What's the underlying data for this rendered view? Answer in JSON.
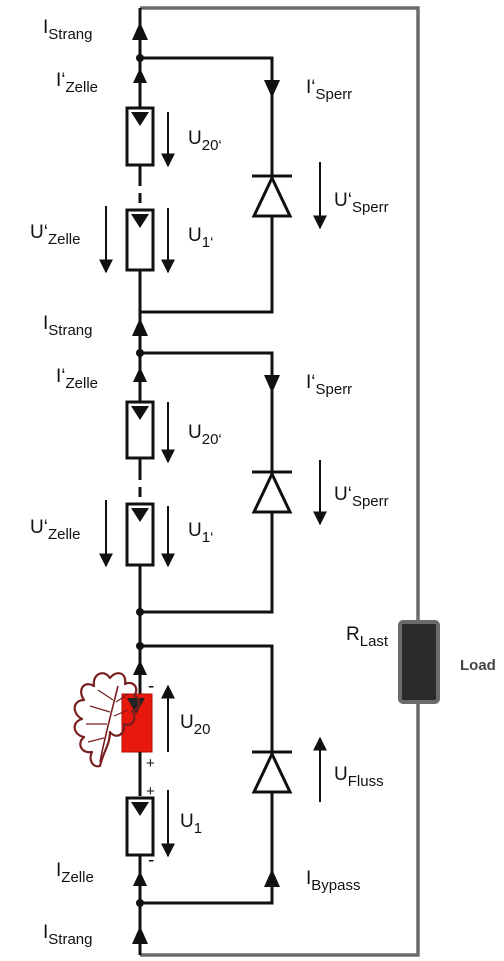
{
  "labels": {
    "i_strang_main": "I",
    "i_strang_main_sub": "Strang",
    "strang_sub": "Strang",
    "zelle_prime": "I‘",
    "zelle_sub": "Zelle",
    "sperr_prime": "I‘",
    "sperr_sub": "Sperr",
    "u20_prime": "U",
    "u20_prime_sub": "20‘",
    "u1_prime": "U",
    "u1_prime_sub": "1‘",
    "u_zelle_prime": "U‘",
    "u_sperr_prime": "U‘",
    "u20": "U",
    "u20_sub": "20",
    "u1": "U",
    "u1_sub": "1",
    "u_fluss": "U",
    "u_fluss_sub": "Fluss",
    "i_zelle": "I",
    "i_bypass": "I",
    "bypass_sub": "Bypass",
    "r_last": "R",
    "r_last_sub": "Last",
    "load": "Load",
    "plus": "+",
    "minus": "-"
  },
  "colors": {
    "wire": "#111111",
    "load_wire": "#6b6b6b",
    "shaded_cell": "#e8180c",
    "load_body": "#2b2b2b",
    "leaf": "#7a1f1f"
  },
  "icons": {
    "leaf": "oak-leaf-icon",
    "diode": "diode-icon",
    "resistor": "resistor-icon"
  }
}
